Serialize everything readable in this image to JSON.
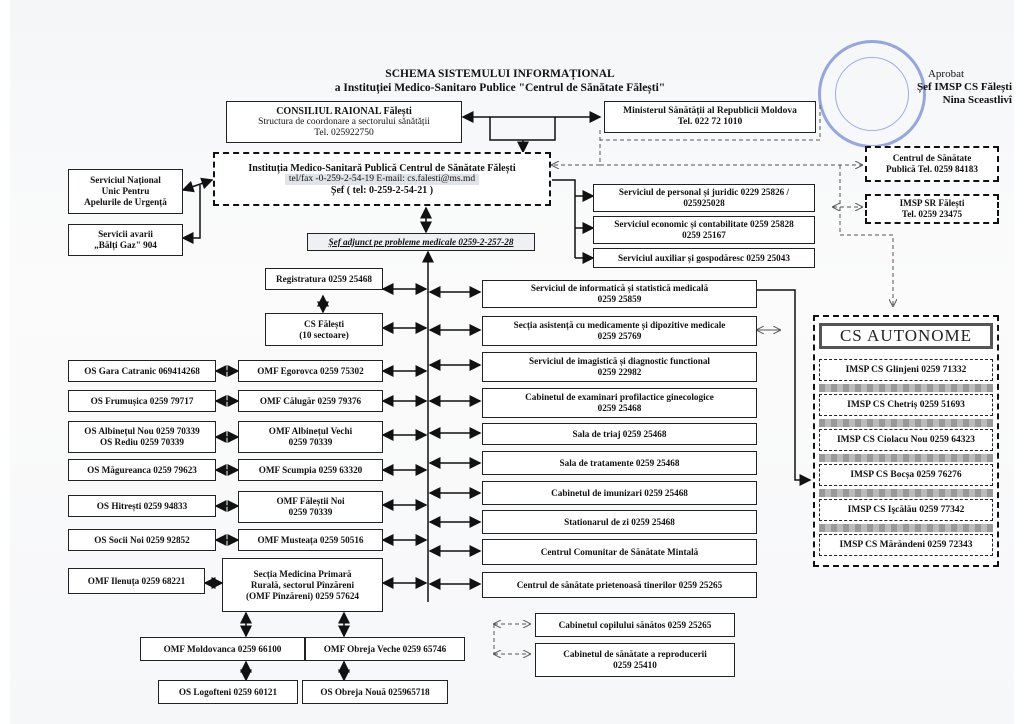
{
  "title": {
    "line1": "SCHEMA SISTEMULUI INFORMAȚIONAL",
    "line2": "a  Instituției Medico-Sanitaro Publice   \"Centrul de Sănătate Fălești\""
  },
  "approval": {
    "line1": "Aprobat",
    "line2": "Șef IMSP CS Fălești",
    "line3": "Nina Sceastlivî"
  },
  "boxes": {
    "consiliul": [
      "CONSILIUL RAIONAL Fălești",
      "Structura de coordonare a sectorului sănătății",
      "Tel. 025922750"
    ],
    "minister": [
      "Ministerul Sănătății al Republicii Moldova",
      "Tel. 022 72 1010"
    ],
    "institutia": [
      "Instituția Medico-Sanitară Publică Centrul de Sănătate Fălești",
      "tel/fax -0-259-2-54-19 E-mail: cs.falesti@ms.md",
      "Șef  ( tel: 0-259-2-54-21 )"
    ],
    "cs_publica": [
      "Centrul de Sănătate",
      "Publică Tel. 0259 84183"
    ],
    "imsp_sr": [
      "IMSP SR Fălești",
      "Tel. 0259 23475"
    ],
    "serviciul_national": [
      "Serviciul Național",
      "Unic Pentru",
      "Apelurile de Urgență"
    ],
    "servicii_avarii": [
      "Servicii avarii",
      "„Bălți Gaz\" 904"
    ],
    "sef_adjunct": "Șef adjunct pe probleme medicale  0259-2-257-28",
    "personal": [
      "Serviciul de personal și juridic 0229 25826 /",
      "025925028"
    ],
    "economic": [
      "Serviciul economic și contabilitate 0259 25828",
      "0259 25167"
    ],
    "auxiliar": "Serviciul auxiliar și gospodăresc 0259 25043",
    "registratura": "Registratura 0259 25468",
    "cs_falesti": [
      "CS Fălești",
      "(10 sectoare)"
    ],
    "informatica": [
      "Serviciul de informatică și statistică medicală",
      "0259 25859"
    ],
    "sectia_asistenta": [
      "Secția asistență cu medicamente și dipozitive medicale",
      "0259 25769"
    ],
    "imagistica": [
      "Serviciul de imagistică și diagnostic functional",
      "0259 22982"
    ],
    "cabinet_ginec": [
      "Cabinetul de examinari profilactice ginecologice",
      "0259 25468"
    ],
    "triaj": "Sala de triaj 0259 25468",
    "tratamente": "Sala de tratamente 0259 25468",
    "imunizari": "Cabinetul de imunizari 0259 25468",
    "stationar": "Stationarul de zi 0259 25468",
    "ccsm": "Centrul Comunitar de Sănătate Mintală",
    "tineri": "Centrul de sănătate prietenoasă tinerilor 0259 25265",
    "copil": "Cabinetul copilului sănătos 0259 25265",
    "reproducere": [
      "Cabinetul de sănătate a reproducerii",
      "0259 25410"
    ],
    "omf_egorovca": "OMF Egorovca 0259 75302",
    "omf_calugar": "OMF Călugăr 0259 79376",
    "omf_albinetul": [
      "OMF Albinețul Vechi",
      "0259 70339"
    ],
    "omf_scumpia": "OMF Scumpia 0259 63320",
    "omf_faletii": [
      "OMF Făleștii Noi",
      "0259 70339"
    ],
    "omf_musteata": "OMF Musteața 0259 50516",
    "sectia_medicina": [
      "Secția Medicina Primară",
      "Rurală, sectorul Pînzăreni",
      "(OMF Pînzăreni)   0259 57624"
    ],
    "os_gara": "OS Gara Catranic 069414268",
    "os_frumusica": "OS Frumușica 0259 79717",
    "os_albinetul": [
      "OS Albinețul Nou 0259 70339",
      "OS Rediu 0259 70339"
    ],
    "os_magureanca": "OS Măgureanca 0259 79623",
    "os_hitresti": "OS Hitrești 0259 94833",
    "os_socii": "OS Socii Noi 0259 92852",
    "omf_ilenuta": "OMF Ilenuța 0259 68221",
    "omf_moldovanca": "OMF Moldovanca 0259 66100",
    "omf_obreja_veche": "OMF Obreja Veche 0259 65746",
    "os_logofteni": "OS Logofteni 0259 60121",
    "os_obreja_noua": "OS  Obreja Nouă 025965718"
  },
  "autonome": {
    "header": "CS AUTONOME",
    "items": [
      "IMSP CS Glinjeni 0259 71332",
      "IMSP CS Chetriș 0259 51693",
      "IMSP CS Ciolacu Nou 0259 64323",
      "IMSP CS Bocșa 0259 76276",
      "IMSP CS Işcălău 0259 77342",
      "IMSP CS Mărăndeni 0259 72343"
    ]
  }
}
